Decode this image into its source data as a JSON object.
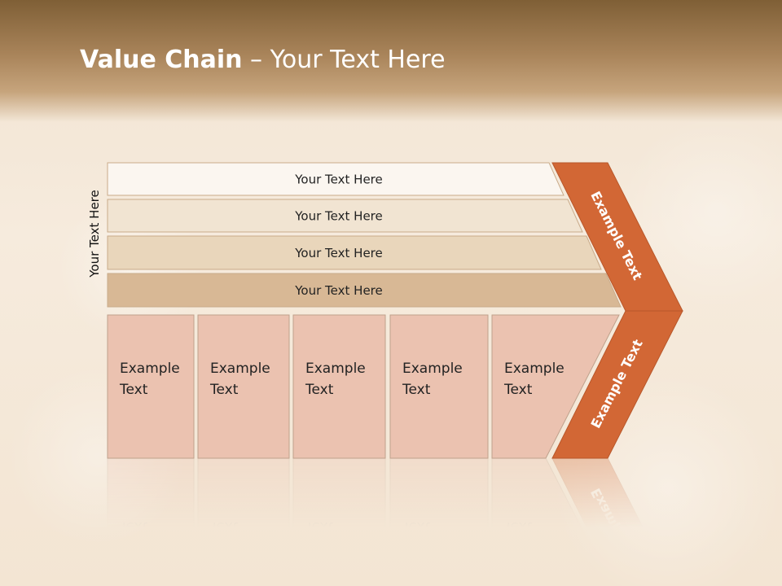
{
  "title": {
    "bold": "Value Chain",
    "rest": " – Your Text Here"
  },
  "side_label": "Your Text Here",
  "bands": [
    {
      "label": "Your Text Here",
      "color": "#fbf6f0"
    },
    {
      "label": "Your Text Here",
      "color": "#f1e4d2"
    },
    {
      "label": "Your Text Here",
      "color": "#e9d6bb"
    },
    {
      "label": "Your Text Here",
      "color": "#d8b895"
    }
  ],
  "boxes": [
    {
      "line1": "Example",
      "line2": "Text"
    },
    {
      "line1": "Example",
      "line2": "Text"
    },
    {
      "line1": "Example",
      "line2": "Text"
    },
    {
      "line1": "Example",
      "line2": "Text"
    },
    {
      "line1": "Example",
      "line2": "Text"
    }
  ],
  "chevron": {
    "upper_label": "Example Text",
    "lower_label": "Example Text",
    "color": "#d26735"
  },
  "colors": {
    "box_fill": "#ebc2b0",
    "box_stroke": "#bfa18c",
    "band_stroke": "#c9ab8a",
    "text": "#222222"
  }
}
